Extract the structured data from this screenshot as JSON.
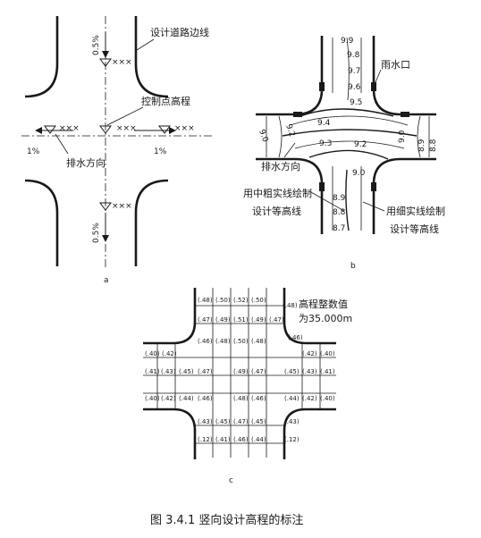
{
  "panel_a": {
    "letter": "a",
    "label_road_edge": "设计道路边线",
    "label_control_elev": "控制点高程",
    "label_drain_dir": "排水方向",
    "slope_top": "0.5%",
    "slope_bottom": "0.5%",
    "slope_left": "1%",
    "slope_right": "1%",
    "marks": "×××"
  },
  "panel_b": {
    "letter": "b",
    "label_inlet": "雨水口",
    "label_drain_dir": "排水方向",
    "label_medium_1": "用中粗实线绘制",
    "label_medium_2": "设计等高线",
    "label_fine_1": "用细实线绘制",
    "label_fine_2": "设计等高线",
    "top_values": [
      "9.9",
      "9.8",
      "9.7",
      "9.6",
      "9.5"
    ],
    "bottom_values": [
      "9.0",
      "8.9",
      "8.8",
      "8.7"
    ],
    "mid_values": [
      "9.4",
      "9.3",
      "9.2"
    ],
    "left_values": [
      "9.2",
      "9.0"
    ],
    "right_values": [
      "9.0",
      "8.9",
      "8.8"
    ]
  },
  "panel_c": {
    "letter": "c",
    "label_integer_1": "高程整数值",
    "label_integer_2": "为35.000m",
    "rows": [
      [
        "(.48)",
        "(.50)",
        "(.52)",
        "(.50)",
        "(.48)"
      ],
      [
        "(.47)",
        "(.49)",
        "(.51)",
        "(.49)",
        "(.47)"
      ],
      [
        "(.46)",
        "(.48)",
        "(.50)",
        "(.48)",
        "(.46)"
      ],
      [
        "(.40)",
        "(.42)",
        "(.42)",
        "(.40)"
      ],
      [
        "(.41)",
        "(.43)",
        "(.45)",
        "(.47)",
        "(.49)",
        "(.47)",
        "(.45)",
        "(.43)",
        "(.41)"
      ],
      [
        "(.40)",
        "(.42)",
        "(.44)",
        "(.46)",
        "(.48)",
        "(.46)",
        "(.44)",
        "(.42)",
        "(.40)"
      ],
      [
        "(.43)",
        "(.45)",
        "(.47)",
        "(.45)",
        "(.43)"
      ],
      [
        "(.12)",
        "(.41)",
        "(.46)",
        "(.44)",
        "(.12)"
      ]
    ]
  },
  "caption": "图 3.4.1   竖向设计高程的标注"
}
